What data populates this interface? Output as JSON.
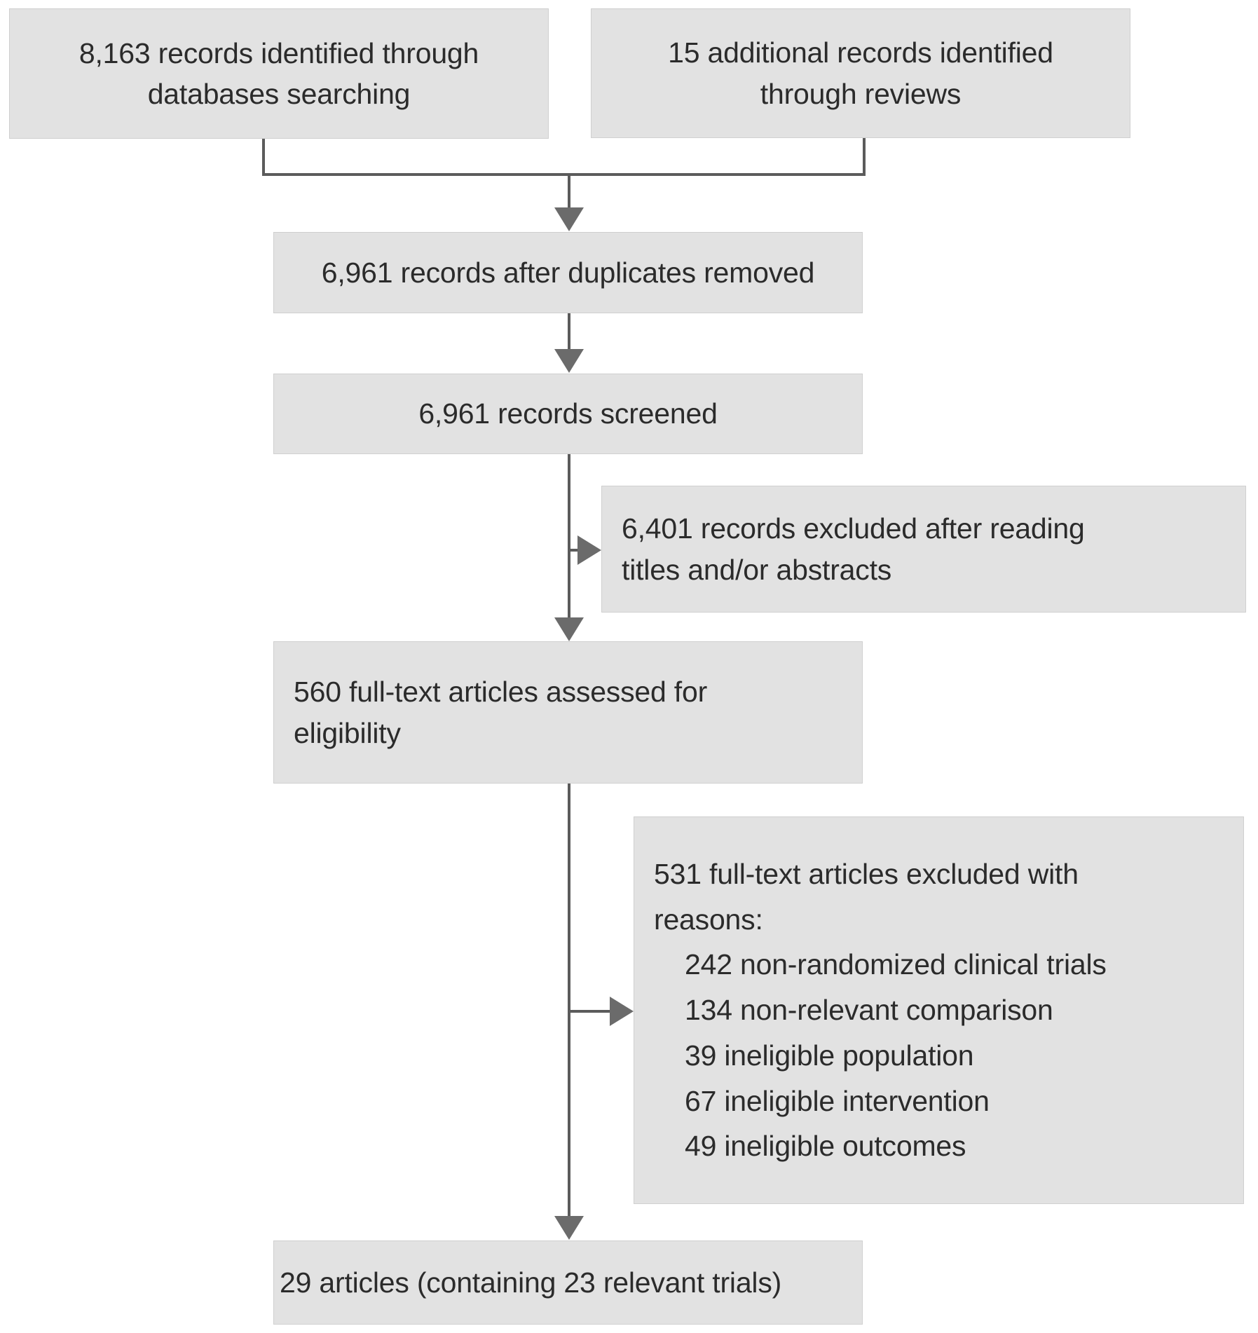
{
  "diagram": {
    "type": "prisma-flow-diagram",
    "title": "",
    "colors": {
      "node_fill": "#e2e2e2",
      "node_border": "#d0d0d0",
      "connector": "#5b5b5b",
      "arrow_head": "#6b6b6b",
      "text": "#2b2b2b",
      "background": "#ffffff"
    },
    "nodes": {
      "identification_databases": {
        "lines": [
          "8,163 records identified through",
          "databases searching"
        ],
        "count": 8163
      },
      "identification_reviews": {
        "lines": [
          "15 additional records identified",
          "through reviews"
        ],
        "count": 15
      },
      "duplicates_removed": {
        "lines": [
          "6,961 records after duplicates removed"
        ],
        "count": 6961
      },
      "records_screened": {
        "lines": [
          "6,961 records screened"
        ],
        "count": 6961
      },
      "records_excluded": {
        "lines": [
          "6,401 records excluded after reading",
          "titles and/or abstracts"
        ],
        "count": 6401
      },
      "fulltext_assessed": {
        "lines": [
          "560 full-text articles assessed for",
          "eligibility"
        ],
        "count": 560
      },
      "fulltext_excluded": {
        "heading_lines": [
          "531 full-text articles excluded with",
          "reasons:"
        ],
        "count": 531,
        "reasons": [
          {
            "count": 242,
            "label": "242 non-randomized clinical trials"
          },
          {
            "count": 134,
            "label": "134 non-relevant comparison"
          },
          {
            "count": 39,
            "label": "39 ineligible population"
          },
          {
            "count": 67,
            "label": "67 ineligible intervention"
          },
          {
            "count": 49,
            "label": "49 ineligible outcomes"
          }
        ]
      },
      "included": {
        "lines": [
          "29 articles (containing 23 relevant trials)"
        ],
        "articles": 29,
        "trials": 23
      }
    },
    "edges": [
      {
        "from": "identification_databases",
        "to": "duplicates_removed",
        "style": "elbow-merge"
      },
      {
        "from": "identification_reviews",
        "to": "duplicates_removed",
        "style": "elbow-merge"
      },
      {
        "from": "duplicates_removed",
        "to": "records_screened",
        "style": "straight-down"
      },
      {
        "from": "records_screened",
        "to": "records_excluded",
        "style": "branch-right"
      },
      {
        "from": "records_screened",
        "to": "fulltext_assessed",
        "style": "straight-down"
      },
      {
        "from": "fulltext_assessed",
        "to": "fulltext_excluded",
        "style": "branch-right"
      },
      {
        "from": "fulltext_assessed",
        "to": "included",
        "style": "straight-down"
      }
    ]
  }
}
